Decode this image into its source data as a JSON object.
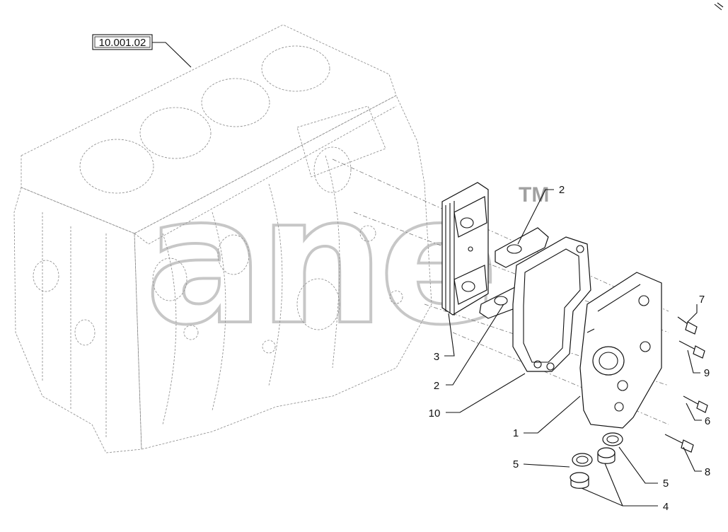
{
  "reference_box": {
    "label": "10.001.02"
  },
  "watermark": {
    "text": "ane",
    "trademark": "TM"
  },
  "callouts": [
    {
      "id": "c-2-top",
      "label": "2"
    },
    {
      "id": "c-7",
      "label": "7"
    },
    {
      "id": "c-9",
      "label": "9"
    },
    {
      "id": "c-3",
      "label": "3"
    },
    {
      "id": "c-2-mid",
      "label": "2"
    },
    {
      "id": "c-10",
      "label": "10"
    },
    {
      "id": "c-1",
      "label": "1"
    },
    {
      "id": "c-6",
      "label": "6"
    },
    {
      "id": "c-5-left",
      "label": "5"
    },
    {
      "id": "c-5-right",
      "label": "5"
    },
    {
      "id": "c-8",
      "label": "8"
    },
    {
      "id": "c-4",
      "label": "4"
    }
  ],
  "colors": {
    "ink": "#111111",
    "ghost": "#888888",
    "watermark": "#d6d6d6"
  }
}
